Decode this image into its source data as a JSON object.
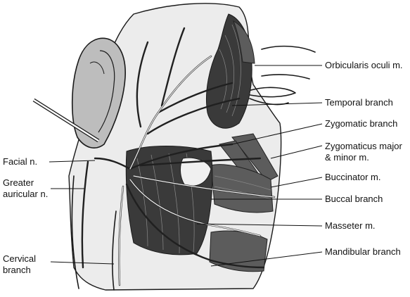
{
  "labels": {
    "orbicularis_oculi": "Orbicularis oculi m.",
    "temporal_branch": "Temporal branch",
    "zygomatic_branch": "Zygomatic branch",
    "zygomaticus_line1": "Zygomaticus major",
    "zygomaticus_line2": "& minor m.",
    "buccinator": "Buccinator m.",
    "buccal_branch": "Buccal branch",
    "masseter": "Masseter m.",
    "mandibular_branch": "Mandibular branch",
    "facial_nerve": "Facial n.",
    "greater_auricular_line1": "Greater",
    "greater_auricular_line2": "auricular n.",
    "cervical_line1": "Cervical",
    "cervical_line2": "branch"
  },
  "colors": {
    "muscle": "#5c5c5c",
    "nerve": "#202020",
    "label_text": "#111111"
  }
}
